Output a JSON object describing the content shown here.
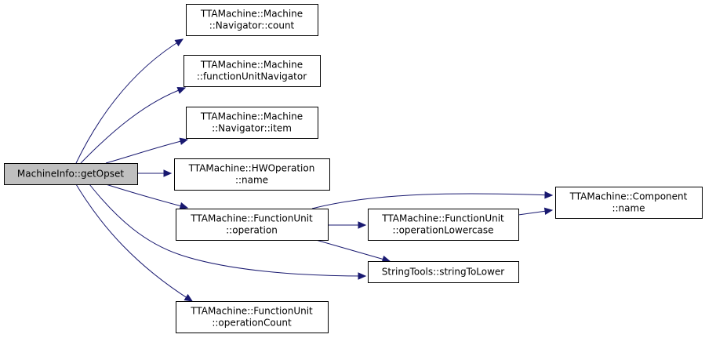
{
  "colors": {
    "edge": "#191970",
    "node_fill": "#ffffff",
    "root_fill": "#bfbfbf",
    "node_stroke": "#000000"
  },
  "nodes": [
    {
      "id": "root",
      "lines": [
        "MachineInfo::getOpset"
      ],
      "root": true
    },
    {
      "id": "nav_count",
      "lines": [
        "TTAMachine::Machine",
        "::Navigator::count"
      ]
    },
    {
      "id": "fu_nav",
      "lines": [
        "TTAMachine::Machine",
        "::functionUnitNavigator"
      ]
    },
    {
      "id": "nav_item",
      "lines": [
        "TTAMachine::Machine",
        "::Navigator::item"
      ]
    },
    {
      "id": "hwop_name",
      "lines": [
        "TTAMachine::HWOperation",
        "::name"
      ]
    },
    {
      "id": "fu_operation",
      "lines": [
        "TTAMachine::FunctionUnit",
        "::operation"
      ]
    },
    {
      "id": "fu_op_count",
      "lines": [
        "TTAMachine::FunctionUnit",
        "::operationCount"
      ]
    },
    {
      "id": "fu_op_lower",
      "lines": [
        "TTAMachine::FunctionUnit",
        "::operationLowercase"
      ]
    },
    {
      "id": "string_lower",
      "lines": [
        "StringTools::stringToLower"
      ]
    },
    {
      "id": "comp_name",
      "lines": [
        "TTAMachine::Component",
        "::name"
      ]
    }
  ],
  "edges": [
    {
      "from": "root",
      "to": "nav_count"
    },
    {
      "from": "root",
      "to": "fu_nav"
    },
    {
      "from": "root",
      "to": "nav_item"
    },
    {
      "from": "root",
      "to": "hwop_name"
    },
    {
      "from": "root",
      "to": "fu_operation"
    },
    {
      "from": "root",
      "to": "string_lower"
    },
    {
      "from": "root",
      "to": "fu_op_count"
    },
    {
      "from": "fu_operation",
      "to": "comp_name"
    },
    {
      "from": "fu_operation",
      "to": "fu_op_lower"
    },
    {
      "from": "fu_operation",
      "to": "string_lower"
    },
    {
      "from": "fu_op_lower",
      "to": "comp_name"
    }
  ]
}
